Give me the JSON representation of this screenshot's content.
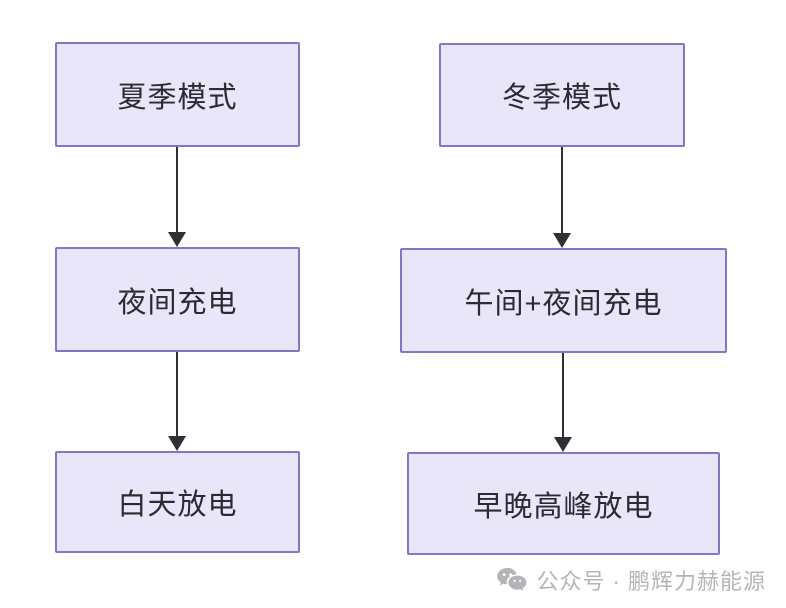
{
  "diagram": {
    "type": "flowchart",
    "direction": "top-down",
    "node_fill_color": "#e9e6f9",
    "node_border_color": "#8077c7",
    "node_text_color": "#2b2b31",
    "arrow_color": "#2f2f36",
    "background_color": "#ffffff",
    "columns": [
      {
        "name": "summer-mode-flow",
        "nodes": [
          {
            "label": "夏季模式"
          },
          {
            "label": "夜间充电"
          },
          {
            "label": "白天放电"
          }
        ],
        "edges": [
          {
            "from": 0,
            "to": 1
          },
          {
            "from": 1,
            "to": 2
          }
        ]
      },
      {
        "name": "winter-mode-flow",
        "nodes": [
          {
            "label": "冬季模式"
          },
          {
            "label": "午间+夜间充电"
          },
          {
            "label": "早晚高峰放电"
          }
        ],
        "edges": [
          {
            "from": 0,
            "to": 1
          },
          {
            "from": 1,
            "to": 2
          }
        ]
      }
    ]
  },
  "watermark": {
    "icon": "wechat-icon",
    "label": "公众号 · 鹏辉力赫能源",
    "color": "#b5b5b9"
  }
}
